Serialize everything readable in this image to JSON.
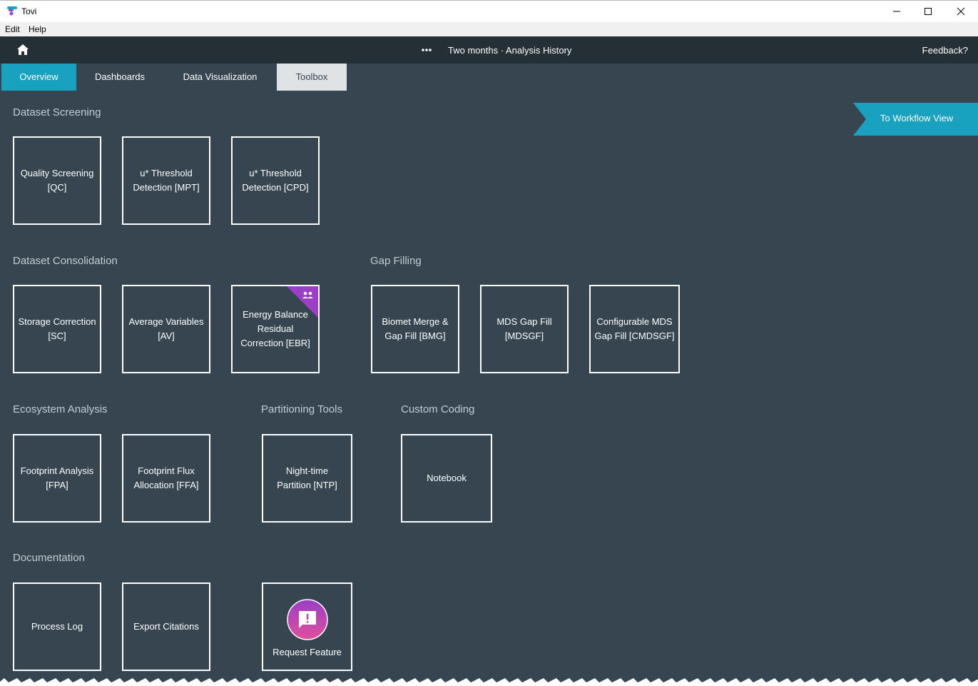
{
  "window": {
    "title": "Tovi",
    "icons": [
      "minimize-icon",
      "maximize-icon",
      "close-icon"
    ]
  },
  "menubar": {
    "items": [
      "Edit",
      "Help"
    ]
  },
  "header": {
    "title": "Two months · Analysis History",
    "feedback": "Feedback?",
    "icons": [
      "home-icon",
      "more-icon"
    ]
  },
  "tabs": [
    "Overview",
    "Dashboards",
    "Data Visualization",
    "Toolbox"
  ],
  "workflow_button": "To Workflow View",
  "sections": {
    "screening": {
      "title": "Dataset Screening",
      "tiles": [
        "Quality Screening\n[QC]",
        "u* Threshold\nDetection [MPT]",
        "u* Threshold\nDetection [CPD]"
      ]
    },
    "consolidation": {
      "title": "Dataset Consolidation",
      "tiles": [
        "Storage Correction\n[SC]",
        "Average Variables\n[AV]",
        "Energy Balance\nResidual\nCorrection [EBR]"
      ]
    },
    "gap_filling": {
      "title": "Gap Filling",
      "tiles": [
        "Biomet Merge &\nGap Fill [BMG]",
        "MDS Gap Fill\n[MDSGF]",
        "Configurable MDS\nGap Fill [CMDSGF]"
      ]
    },
    "ecosystem": {
      "title": "Ecosystem Analysis",
      "tiles": [
        "Footprint Analysis\n[FPA]",
        "Footprint Flux\nAllocation [FFA]"
      ]
    },
    "partitioning": {
      "title": "Partitioning Tools",
      "tiles": [
        "Night-time\nPartition [NTP]"
      ]
    },
    "custom": {
      "title": "Custom Coding",
      "tiles": [
        "Notebook"
      ]
    },
    "documentation": {
      "title": "Documentation",
      "tiles": [
        "Process Log",
        "Export Citations",
        "Request Feature"
      ]
    }
  },
  "colors": {
    "background": "#36454f",
    "header": "#252f36",
    "accent": "#18a2c0",
    "badge": "#9b3ec8"
  }
}
